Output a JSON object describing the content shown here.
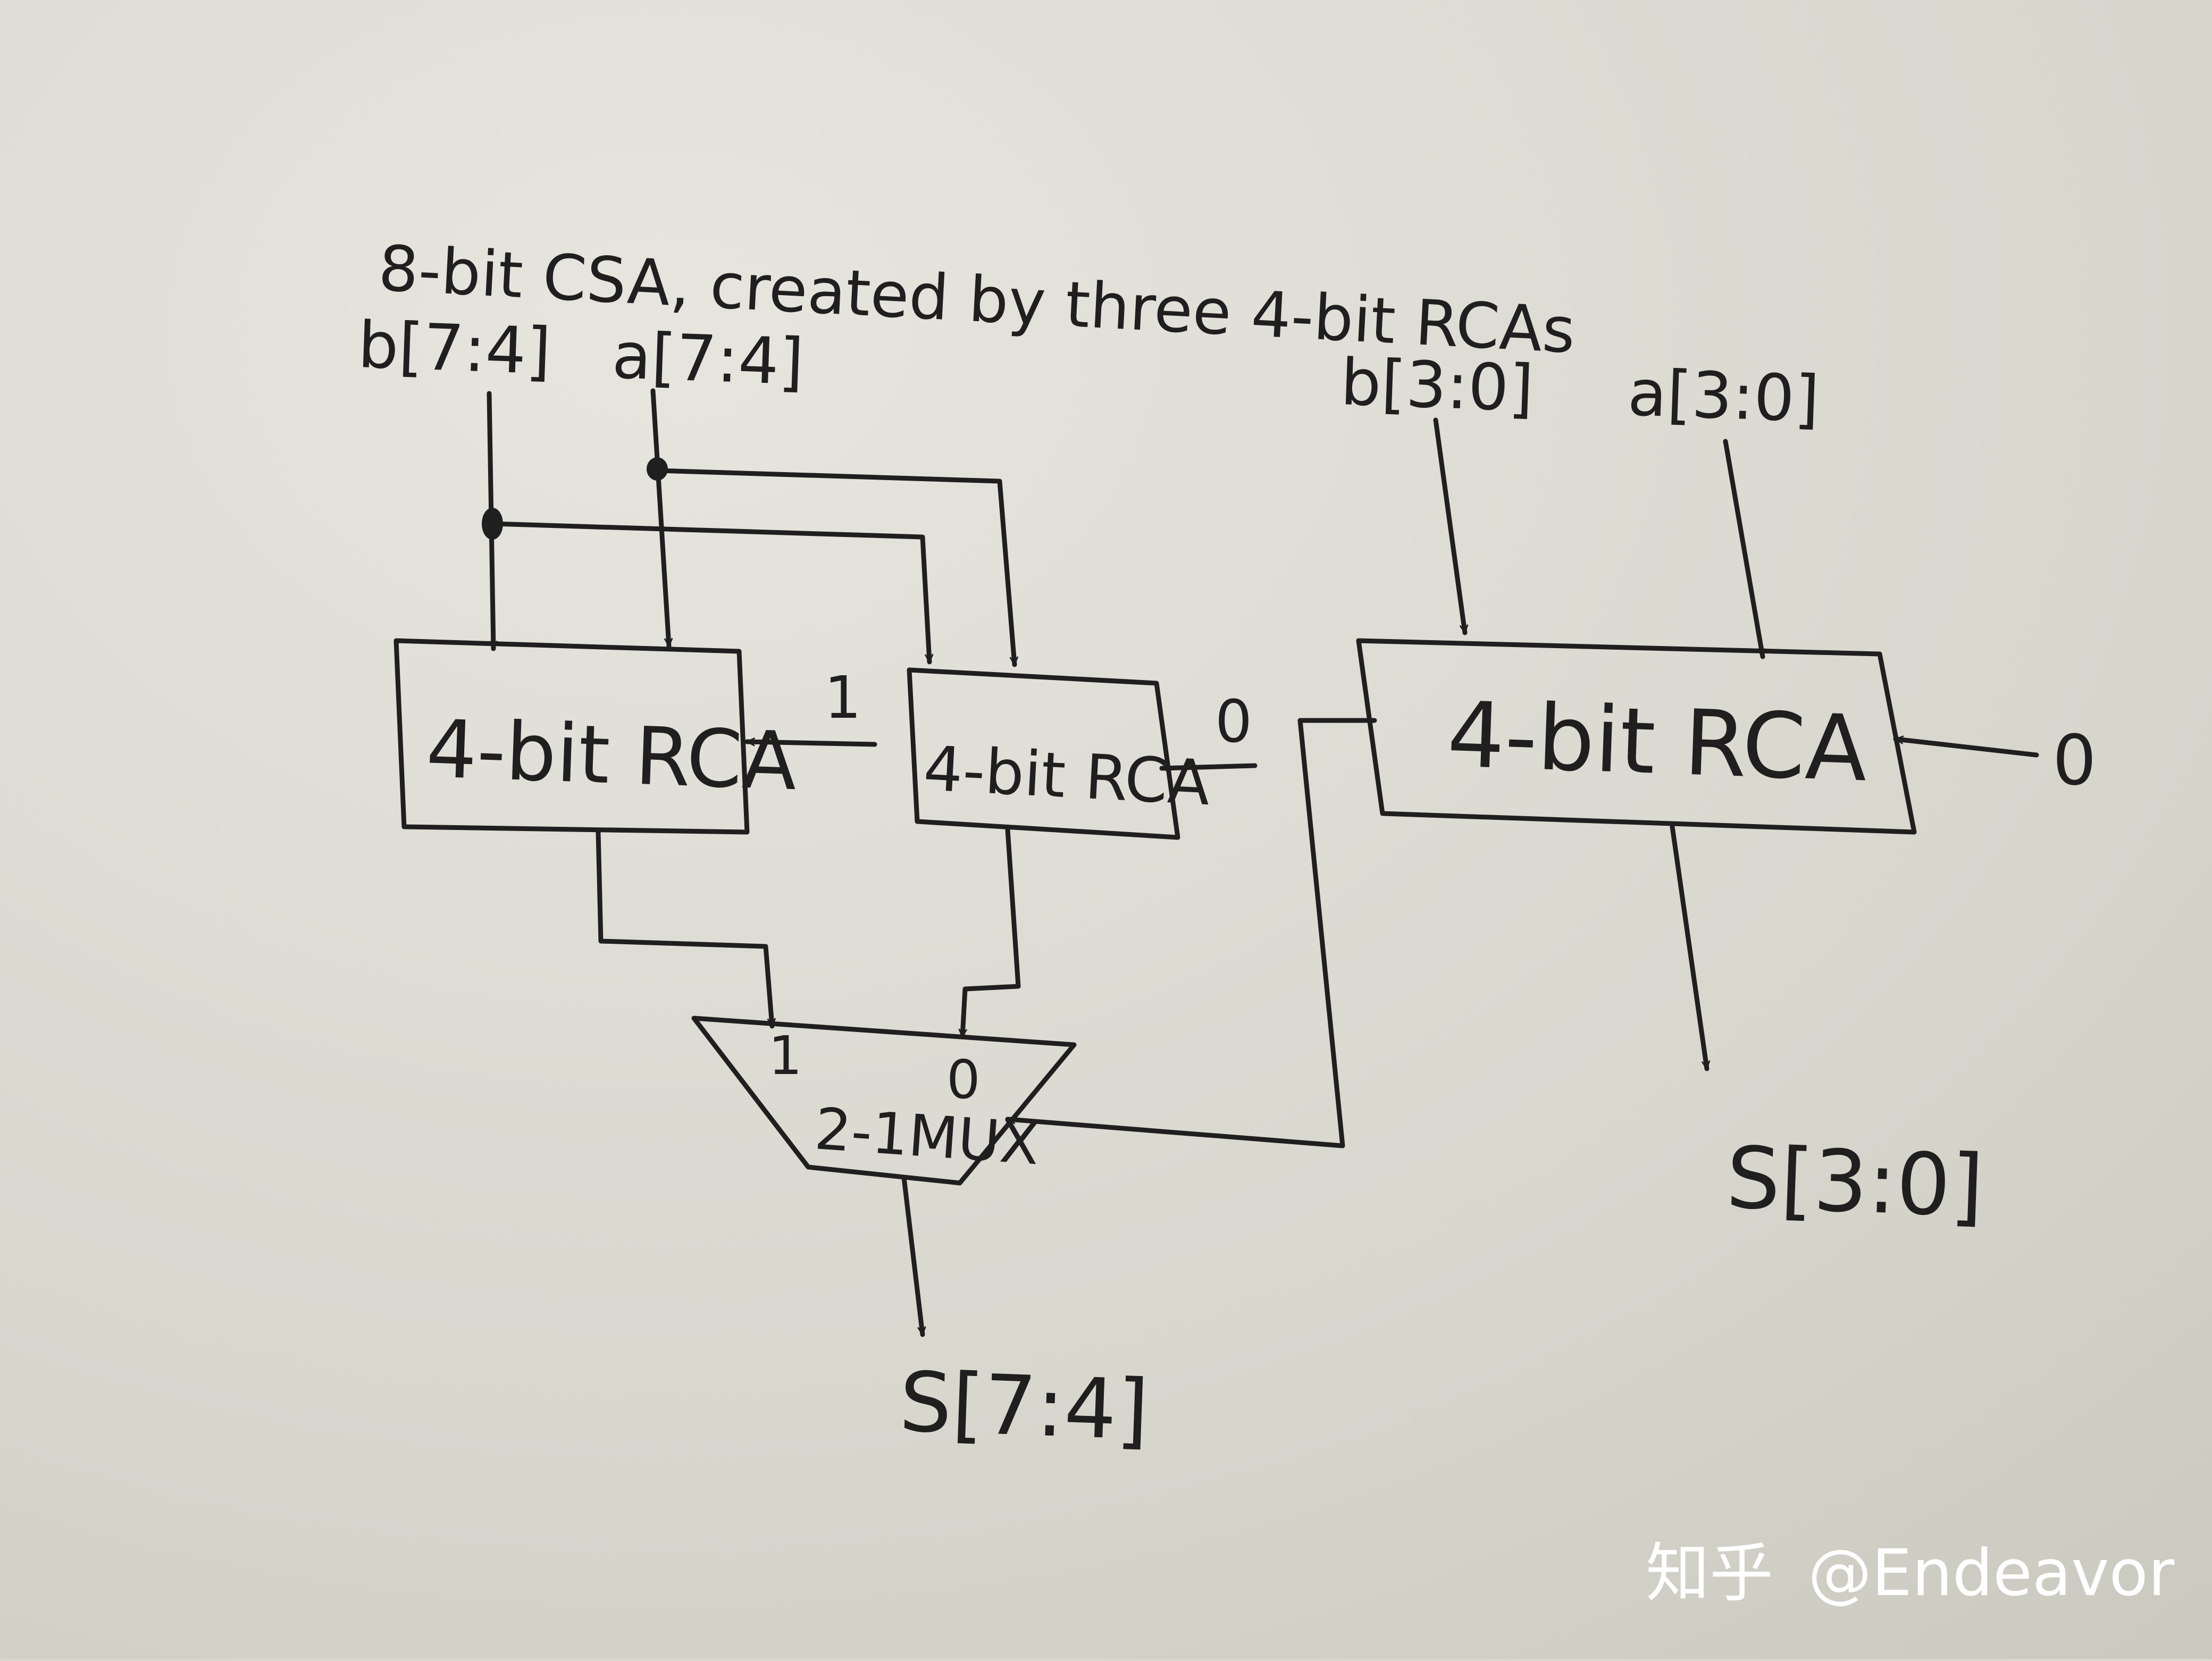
{
  "title": "8-bit CSA, created by three 4-bit RCAs",
  "inputs": {
    "b_high": "b[7:4]",
    "a_high": "a[7:4]",
    "b_low": "b[3:0]",
    "a_low": "a[3:0]"
  },
  "blocks": {
    "rca_carry1": "4-bit RCA",
    "rca_carry0": "4-bit RCA",
    "rca_low": "4-bit RCA",
    "mux": "2-1MUX"
  },
  "carry_labels": {
    "carry_in_1": "1",
    "carry_in_0_mid": "0",
    "carry_in_0_low": "0"
  },
  "mux_inputs": {
    "in1": "1",
    "in0": "0"
  },
  "outputs": {
    "s_high": "S[7:4]",
    "s_low": "S[3:0]"
  },
  "watermark": {
    "platform": "知乎",
    "author": "@Endeavor"
  },
  "colors": {
    "paper": "#d9d8cf",
    "ink": "#1f1f1f",
    "watermark": "#ffffff"
  }
}
